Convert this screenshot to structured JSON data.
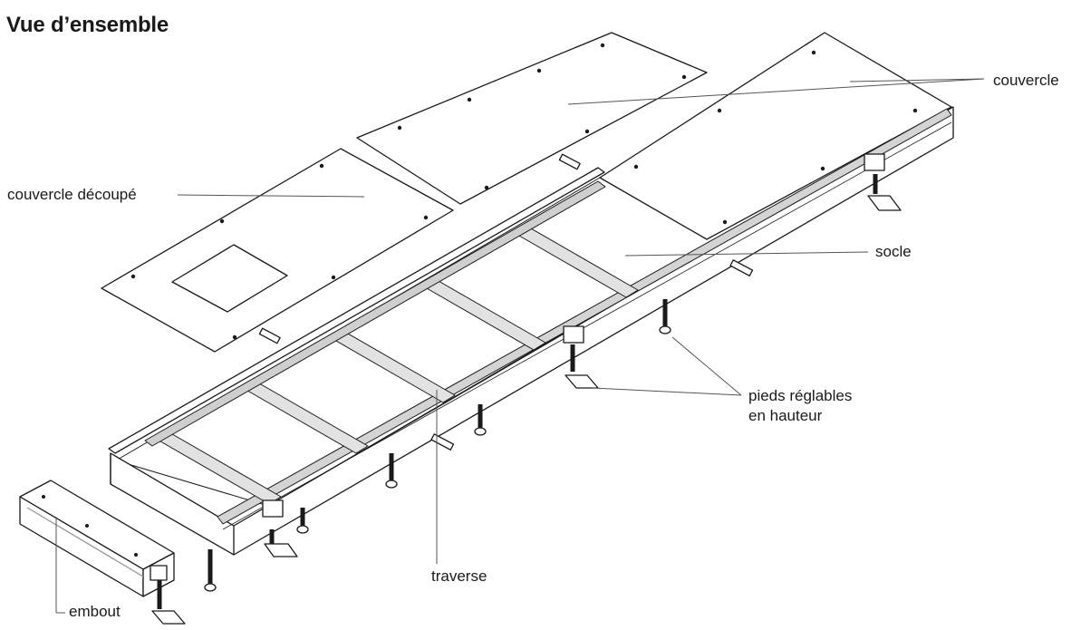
{
  "title": "Vue d’ensemble",
  "labels": {
    "couvercle": "couvercle",
    "couvercle_decoupe": "couvercle découpé",
    "socle": "socle",
    "pieds_line1": "pieds réglables",
    "pieds_line2": "en hauteur",
    "traverse": "traverse",
    "embout": "embout"
  },
  "colors": {
    "line": "#1a1a1a",
    "leader": "#555555",
    "rail": "#b9b9b9",
    "background": "#ffffff"
  }
}
